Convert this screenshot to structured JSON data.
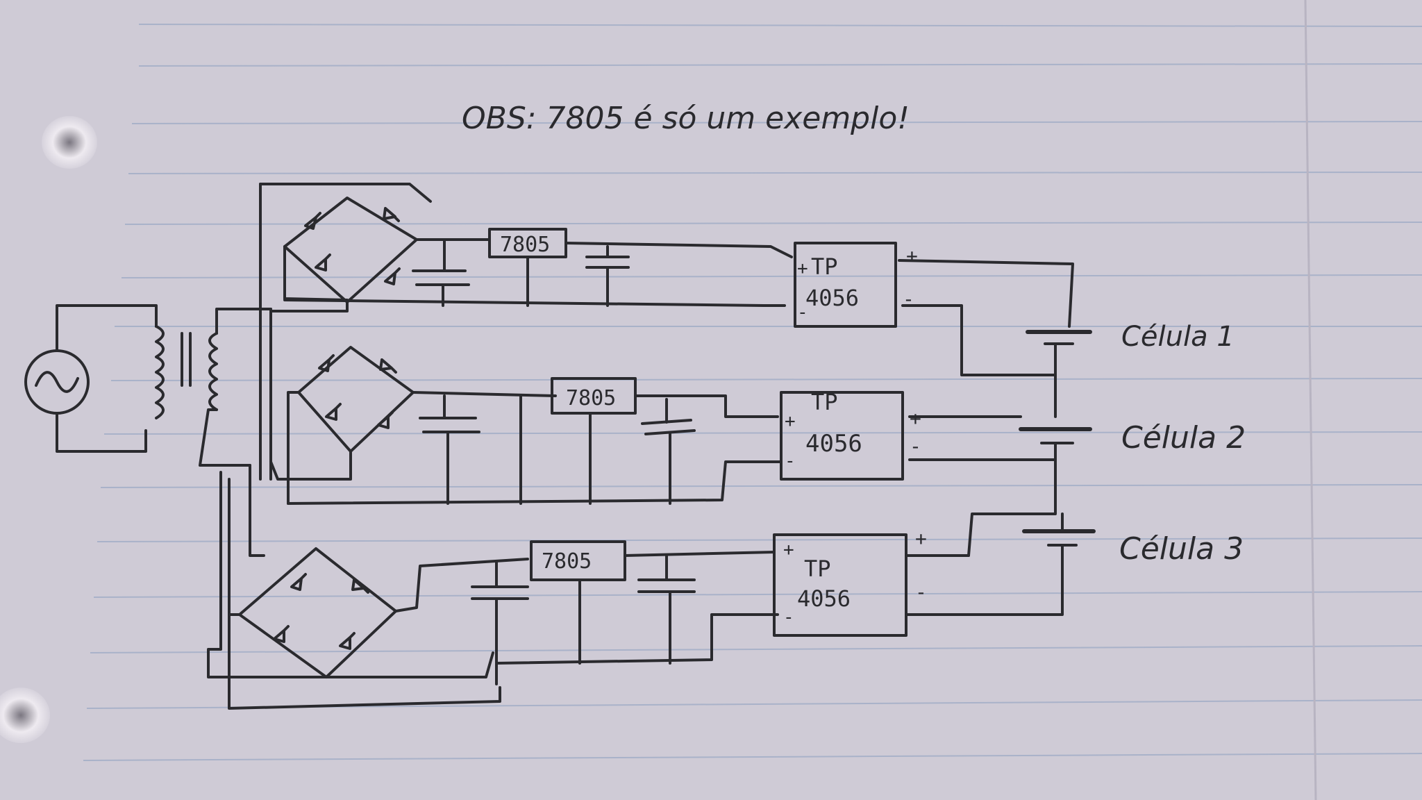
{
  "note": "OBS: 7805 é só um exemplo!",
  "regulators": [
    "7805",
    "7805",
    "7805"
  ],
  "charger_modules": [
    {
      "line1": "TP",
      "line2": "4056"
    },
    {
      "line1": "TP",
      "line2": "4056"
    },
    {
      "line1": "TP",
      "line2": "4056"
    }
  ],
  "polarity": {
    "plus": "+",
    "minus": "-"
  },
  "cells": [
    "Célula 1",
    "Célula 2",
    "Célula 3"
  ],
  "colors": {
    "paper": "#cfcbd6",
    "ink": "#2a2a2e",
    "rule_lines": "#a9b2c9"
  }
}
